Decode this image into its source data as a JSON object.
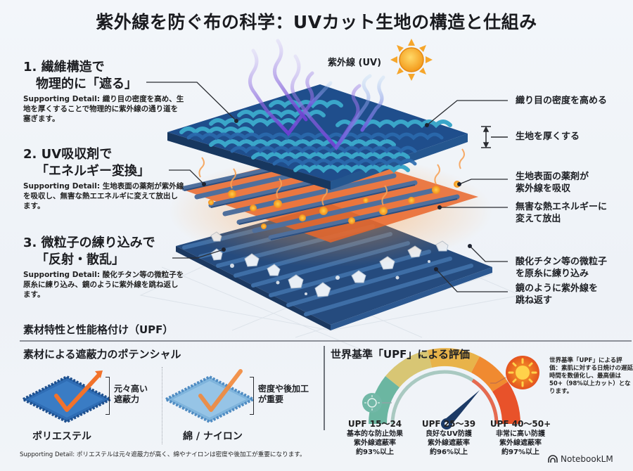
{
  "title": "紫外線を防ぐ布の科学：UVカット生地の構造と仕組み",
  "uv_label": "紫外線 (UV)",
  "left_callouts": [
    {
      "number": "1.",
      "heading_line1": "繊維構造で",
      "heading_line2": "物理的に「遮る」",
      "detail": "Supporting Detail: 織り目の密度を高め、生地を厚くすることで物理的に紫外線の通り道を塞ぎます。"
    },
    {
      "number": "2.",
      "heading_line1": "UV吸収剤で",
      "heading_line2": "「エネルギー変換」",
      "detail": "Supporting Detail: 生地表面の薬剤が紫外線を吸収し、無害な熱エエネルギに変えて放出します。"
    },
    {
      "number": "3.",
      "heading_line1": "微粒子の練り込みで",
      "heading_line2": "「反射・散乱」",
      "detail": "Supporting Detail: 酸化チタン等の微粒子を原糸に練り込み、鏡のように紫外線を跳ね返します。"
    }
  ],
  "right_labels": [
    {
      "line1": "織り目の密度を高める",
      "line2": ""
    },
    {
      "line1": "生地を厚くする",
      "line2": ""
    },
    {
      "line1": "生地表面の薬剤が",
      "line2": "紫外線を吸収"
    },
    {
      "line1": "無害な熱エネルギーに",
      "line2": "変えて放出"
    },
    {
      "line1": "酸化チタン等の微粒子",
      "line2": "を原糸に練り込み"
    },
    {
      "line1": "鏡のように紫外線を",
      "line2": "跳ね返す"
    }
  ],
  "bottom": {
    "section_title": "素材特性と性能格付け（UPF）",
    "left_subtitle": "素材による遮蔽力のポテンシャル",
    "materials": [
      {
        "name": "ポリエステル",
        "note_line1": "元々高い",
        "note_line2": "遮蔽力",
        "color": "#2f6db5"
      },
      {
        "name": "綿 / ナイロン",
        "note_line1": "密度や後加工",
        "note_line2": "が重要",
        "color": "#7fb4dc"
      }
    ],
    "footnote": "Supporting Detail: ポリエステルは元々遮蔽力が高く、綿やナイロンは密度や後加工が重要になります。",
    "right_subtitle": "世界基準「UPF」による評価",
    "upf_levels": [
      {
        "range": "UPF 15〜24",
        "desc": "基本的な防止効果",
        "rate_label": "紫外線遮蔽率",
        "rate": "約93%以上",
        "color": "#6bb6a1"
      },
      {
        "range": "UPF 25〜39",
        "desc": "良好なUV防護",
        "rate_label": "紫外線遮蔽率",
        "rate": "約96%以上",
        "color": "#e8b34a"
      },
      {
        "range": "UPF 40〜50+",
        "desc": "非常に高い防護",
        "rate_label": "紫外線遮蔽率",
        "rate": "約97%以上",
        "color": "#e8522a"
      }
    ],
    "side_note": "世界基準「UPF」による評価：素肌に対する日焼けの遅延時間を数値化し、最高値は50+（98%以上カット）となります。"
  },
  "brand": "NotebookLM",
  "colors": {
    "fabric_dark": "#1f4e8c",
    "fabric_light": "#3aa6c9",
    "uv_ray": "#7b53d6",
    "heat": "#f5a623",
    "sun": "#f7a41d"
  }
}
